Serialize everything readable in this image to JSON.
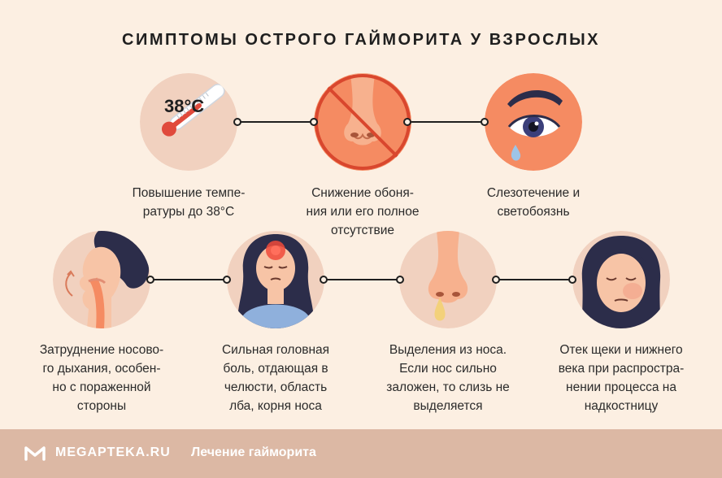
{
  "title": "СИМПТОМЫ ОСТРОГО ГАЙМОРИТА У ВЗРОСЛЫХ",
  "symptoms": [
    {
      "lines": [
        "Повышение темпе-",
        "ратуры до 38°C"
      ],
      "icon": "thermometer-icon",
      "badge": "38°C"
    },
    {
      "lines": [
        "Снижение обоня-",
        "ния или его полное",
        "отсутствие"
      ],
      "icon": "crossed-nose-icon"
    },
    {
      "lines": [
        "Слезотечение и",
        "светобоязнь"
      ],
      "icon": "teary-eye-icon"
    },
    {
      "lines": [
        "Затруднение носово-",
        "го дыхания, особен-",
        "но с пораженной",
        "стороны"
      ],
      "icon": "breathing-profile-icon"
    },
    {
      "lines": [
        "Сильная головная",
        "боль, отдающая в",
        "челюсти, область",
        "лба, корня носа"
      ],
      "icon": "headache-woman-icon"
    },
    {
      "lines": [
        "Выделения из носа.",
        "Если нос сильно",
        "заложен, то слизь не",
        "выделяется"
      ],
      "icon": "runny-nose-icon"
    },
    {
      "lines": [
        "Отек щеки и нижнего",
        "века при распростра-",
        "нении процесса на",
        "надкостницу"
      ],
      "icon": "swollen-face-icon"
    }
  ],
  "footer": {
    "brand": "MEGAPTEKA.RU",
    "link": "Лечение гайморита"
  },
  "colors": {
    "background": "#fcefe2",
    "circle_light": "#f1d1bf",
    "circle_orange": "#f58b62",
    "footer": "#dcb8a4"
  }
}
